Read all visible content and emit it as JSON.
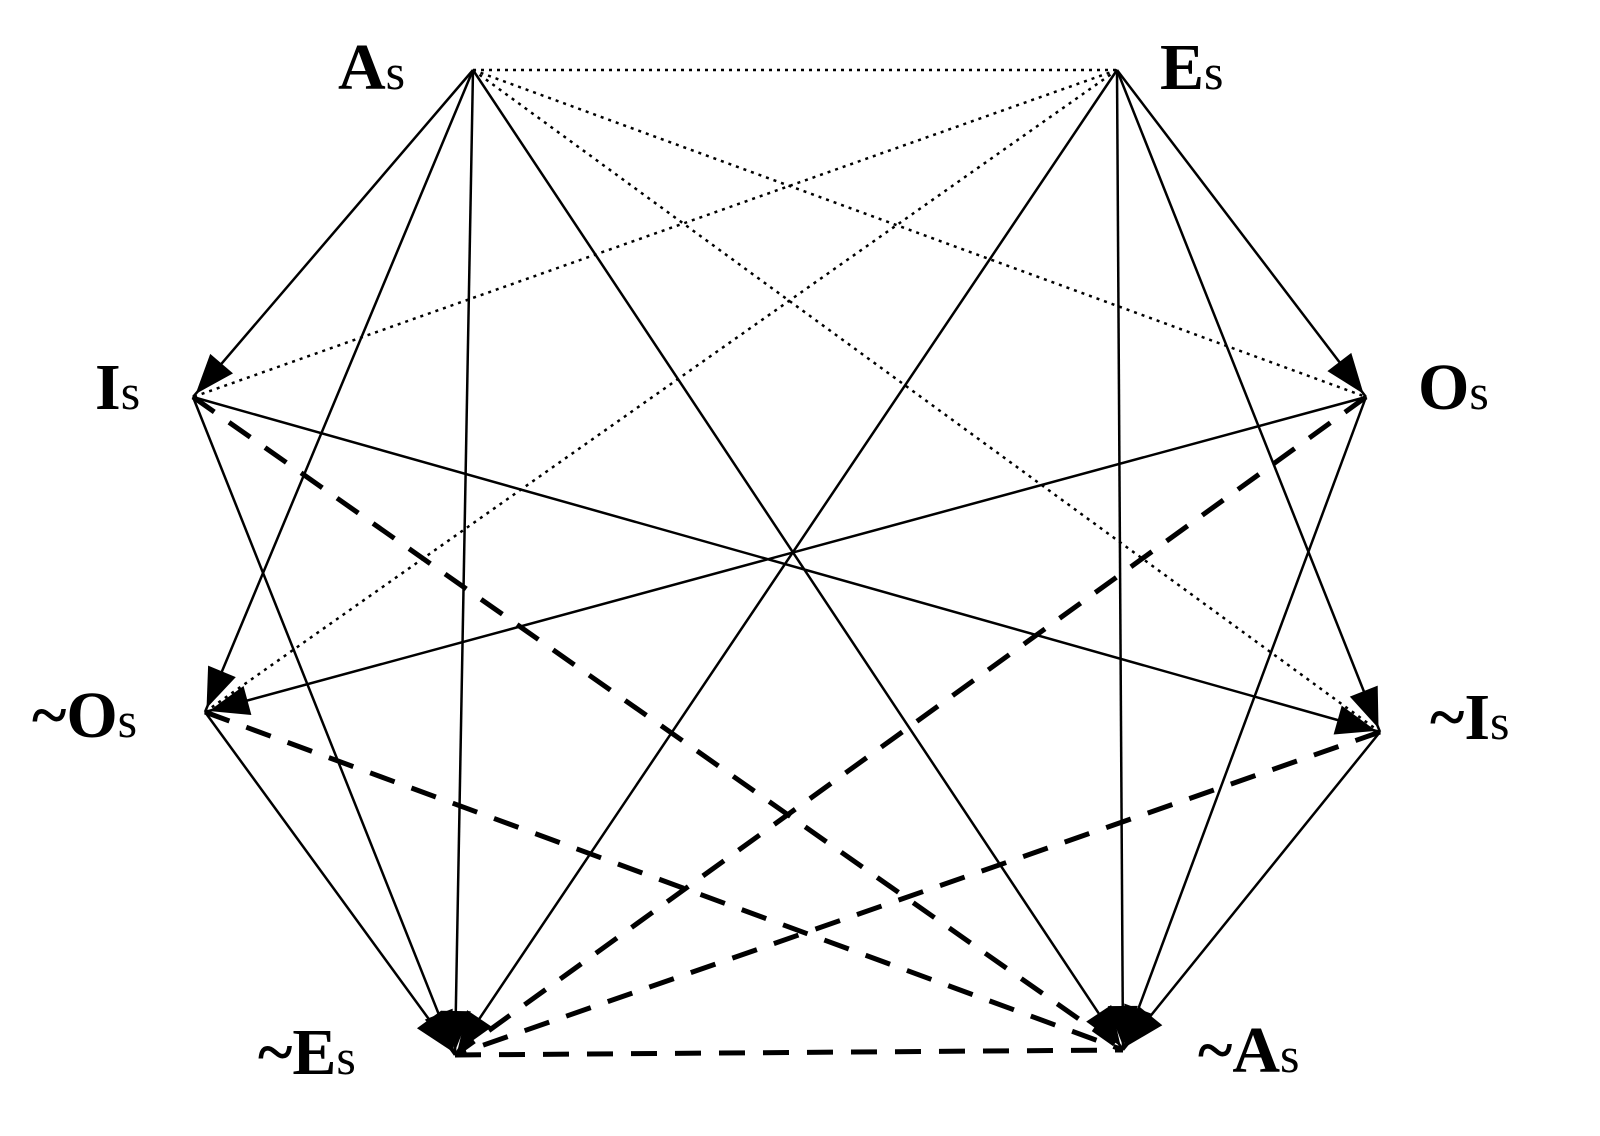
{
  "nodes": {
    "As": {
      "main": "A",
      "sub": "s"
    },
    "Es": {
      "main": "E",
      "sub": "s"
    },
    "Is": {
      "main": "I",
      "sub": "s"
    },
    "Os": {
      "main": "O",
      "sub": "s"
    },
    "nOs": {
      "main": "~O",
      "sub": "s"
    },
    "nIs": {
      "main": "~I",
      "sub": "s"
    },
    "nEs": {
      "main": "~E",
      "sub": "s"
    },
    "nAs": {
      "main": "~A",
      "sub": "s"
    }
  },
  "edges": [
    {
      "from": "As",
      "to": "Es",
      "style": "dotted",
      "arrow": false
    },
    {
      "from": "As",
      "to": "Os",
      "style": "dotted",
      "arrow": false
    },
    {
      "from": "As",
      "to": "nIs",
      "style": "dotted",
      "arrow": false
    },
    {
      "from": "Es",
      "to": "Is",
      "style": "dotted",
      "arrow": false
    },
    {
      "from": "Es",
      "to": "nOs",
      "style": "dotted",
      "arrow": false
    },
    {
      "from": "As",
      "to": "Is",
      "style": "solid",
      "arrow": true
    },
    {
      "from": "As",
      "to": "nOs",
      "style": "solid",
      "arrow": true
    },
    {
      "from": "As",
      "to": "nEs",
      "style": "solid",
      "arrow": true
    },
    {
      "from": "As",
      "to": "nAs",
      "style": "solid",
      "arrow": true
    },
    {
      "from": "Es",
      "to": "Os",
      "style": "solid",
      "arrow": true
    },
    {
      "from": "Es",
      "to": "nIs",
      "style": "solid",
      "arrow": true
    },
    {
      "from": "Es",
      "to": "nAs",
      "style": "solid",
      "arrow": true
    },
    {
      "from": "Es",
      "to": "nEs",
      "style": "solid",
      "arrow": true
    },
    {
      "from": "Is",
      "to": "nIs",
      "style": "solid",
      "arrow": true
    },
    {
      "from": "Is",
      "to": "nEs",
      "style": "solid",
      "arrow": true
    },
    {
      "from": "Os",
      "to": "nOs",
      "style": "solid",
      "arrow": true
    },
    {
      "from": "Os",
      "to": "nAs",
      "style": "solid",
      "arrow": true
    },
    {
      "from": "nOs",
      "to": "nEs",
      "style": "solid",
      "arrow": true
    },
    {
      "from": "nIs",
      "to": "nAs",
      "style": "solid",
      "arrow": true
    },
    {
      "from": "Is",
      "to": "nAs",
      "style": "dashed",
      "arrow": false
    },
    {
      "from": "Os",
      "to": "nEs",
      "style": "dashed",
      "arrow": false
    },
    {
      "from": "nOs",
      "to": "nAs",
      "style": "dashed",
      "arrow": false
    },
    {
      "from": "nIs",
      "to": "nEs",
      "style": "dashed",
      "arrow": false
    },
    {
      "from": "nEs",
      "to": "nAs",
      "style": "dashed",
      "arrow": false
    }
  ]
}
